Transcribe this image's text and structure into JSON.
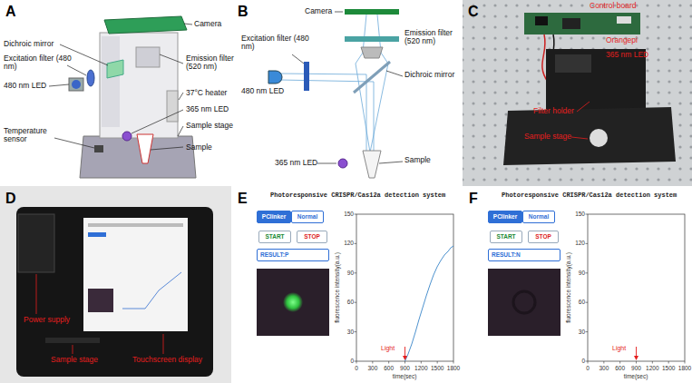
{
  "diagram": {
    "nodes": [
      {
        "text": [
          "PClinker"
        ]
      },
      {
        "text": [
          "Normal"
        ]
      },
      {
        "text": [
          "START"
        ]
      },
      {
        "text": [
          "STOP"
        ]
      },
      {
        "text": [
          "RESULT:P"
        ]
      },
      {
        "text": [
          "PClinker"
        ]
      },
      {
        "text": [
          "Normal"
        ]
      },
      {
        "text": [
          "START"
        ]
      },
      {
        "text": [
          "STOP"
        ]
      },
      {
        "text": [
          "RESULT:N"
        ]
      }
    ],
    "labels": [
      "A",
      "Camera",
      "Dichroic mirror",
      "Excitation filter (480 nm)",
      "480 nm LED",
      "Emission filter (520 nm)",
      "37°C heater",
      "365 nm LED",
      "Sample stage",
      "Temperature sensor",
      "Sample",
      "B",
      "Camera",
      "Excitation filter (480 nm)",
      "Emission filter (520 nm)",
      "480 nm LED",
      "Dichroic mirror",
      "Sample",
      "365 nm LED",
      "C",
      "Control board",
      "Orangepi",
      "365 nm LED",
      "Filter holder",
      "Sample stage",
      "D",
      "Power supply",
      "Sample stage",
      "Touchscreen display",
      "E",
      "Photoresponsive CRISPR/Cas12a detection system",
      "fluorescence intensity(a.u.)",
      "0",
      "30",
      "60",
      "90",
      "120",
      "150",
      "0",
      "300",
      "600",
      "900",
      "1200",
      "1500",
      "1800",
      "time(sec)",
      "Light",
      "F",
      "Photoresponsive CRISPR/Cas12a detection system",
      "fluorescence intensity(a.u.)",
      "0",
      "30",
      "60",
      "90",
      "120",
      "150",
      "0",
      "300",
      "600",
      "900",
      "1200",
      "1500",
      "1800",
      "time(sec)",
      "Light"
    ]
  }
}
